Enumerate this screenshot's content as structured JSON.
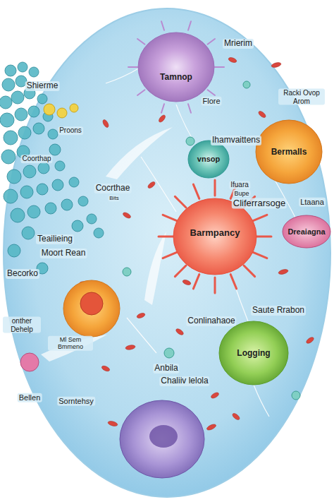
{
  "diagram": {
    "nodes": [
      {
        "text": [
          "Tamnop"
        ]
      },
      {
        "text": [
          "vnsop"
        ]
      },
      {
        "text": [
          "Bermalls"
        ]
      },
      {
        "text": [
          "Barmpancy"
        ]
      },
      {
        "text": [
          "Dreaiagna"
        ]
      },
      {
        "text": [
          "Logging"
        ]
      }
    ],
    "labels": [
      "Mrierim",
      "Shierme",
      "Flore",
      "Racki Ovop Arom",
      "Proons",
      "Ihamvaittens",
      "Coorthap",
      "Cocrthae",
      "Bits",
      "Ifuara",
      "Bupe",
      "Cliferrarsoge",
      "Ltaana",
      "Teailieing",
      "Moort Rean",
      "Becorko",
      "Saute Rrabon",
      "Conlinahaoe",
      "onther Dehelp",
      "Ml Sem Bmmeno",
      "Anbila",
      "Chaliiv lelola",
      "Bellen",
      "Sorntehsy"
    ]
  }
}
